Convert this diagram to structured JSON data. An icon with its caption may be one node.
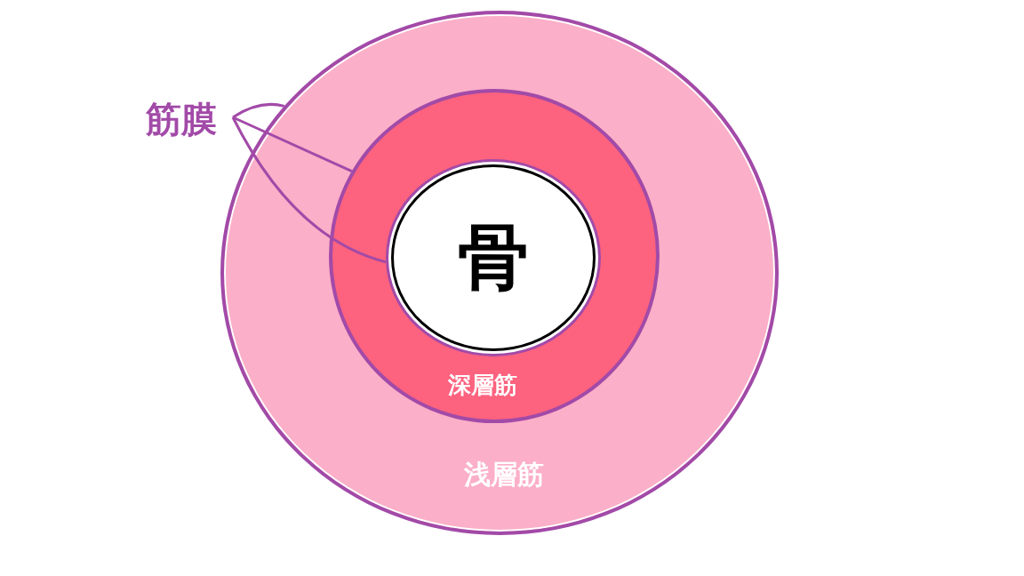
{
  "diagram": {
    "nodes": [
      {
        "text": [
          "浅層筋"
        ]
      },
      {
        "text": [
          "深層筋"
        ],
        "in": 0
      },
      {
        "text": [
          "骨"
        ],
        "in": 1
      },
      {
        "text": [
          "筋膜"
        ]
      }
    ],
    "edges": [
      {
        "from": 3,
        "to": 0,
        "arrow": "none"
      },
      {
        "from": 3,
        "to": 1,
        "arrow": "none"
      },
      {
        "from": 3,
        "to": 2,
        "arrow": "none"
      }
    ]
  }
}
